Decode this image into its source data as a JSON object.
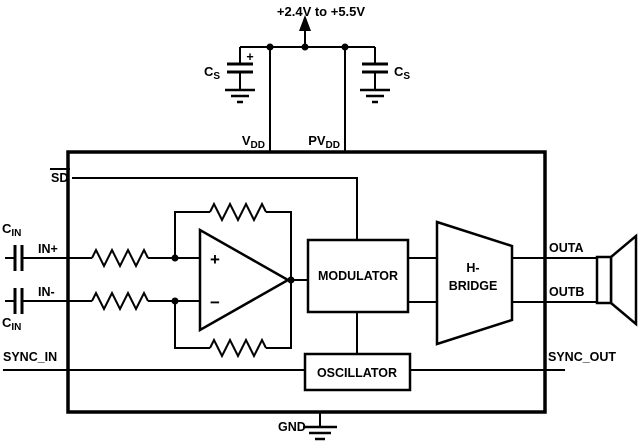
{
  "colors": {
    "ink": "#000000",
    "paper": "#ffffff"
  },
  "power": {
    "supply_range": "+2.4V to +5.5V",
    "cap_left": {
      "name": "C",
      "sub": "S",
      "polarity": "+"
    },
    "cap_right": {
      "name": "C",
      "sub": "S"
    },
    "vdd": {
      "name": "V",
      "sub": "DD"
    },
    "pvdd": {
      "name": "PV",
      "sub": "DD"
    }
  },
  "pins": {
    "shutdown": "SD",
    "in_plus": "IN+",
    "in_minus": "IN-",
    "sync_in": "SYNC_IN",
    "sync_out": "SYNC_OUT",
    "outa": "OUTA",
    "outb": "OUTB",
    "gnd": "GND"
  },
  "input_caps": {
    "top": {
      "name": "C",
      "sub": "IN"
    },
    "bottom": {
      "name": "C",
      "sub": "IN"
    }
  },
  "blocks": {
    "modulator": "MODULATOR",
    "oscillator": "OSCILLATOR",
    "hbridge_line1": "H-",
    "hbridge_line2": "BRIDGE"
  },
  "opamp": {
    "plus": "+",
    "minus": "−"
  }
}
